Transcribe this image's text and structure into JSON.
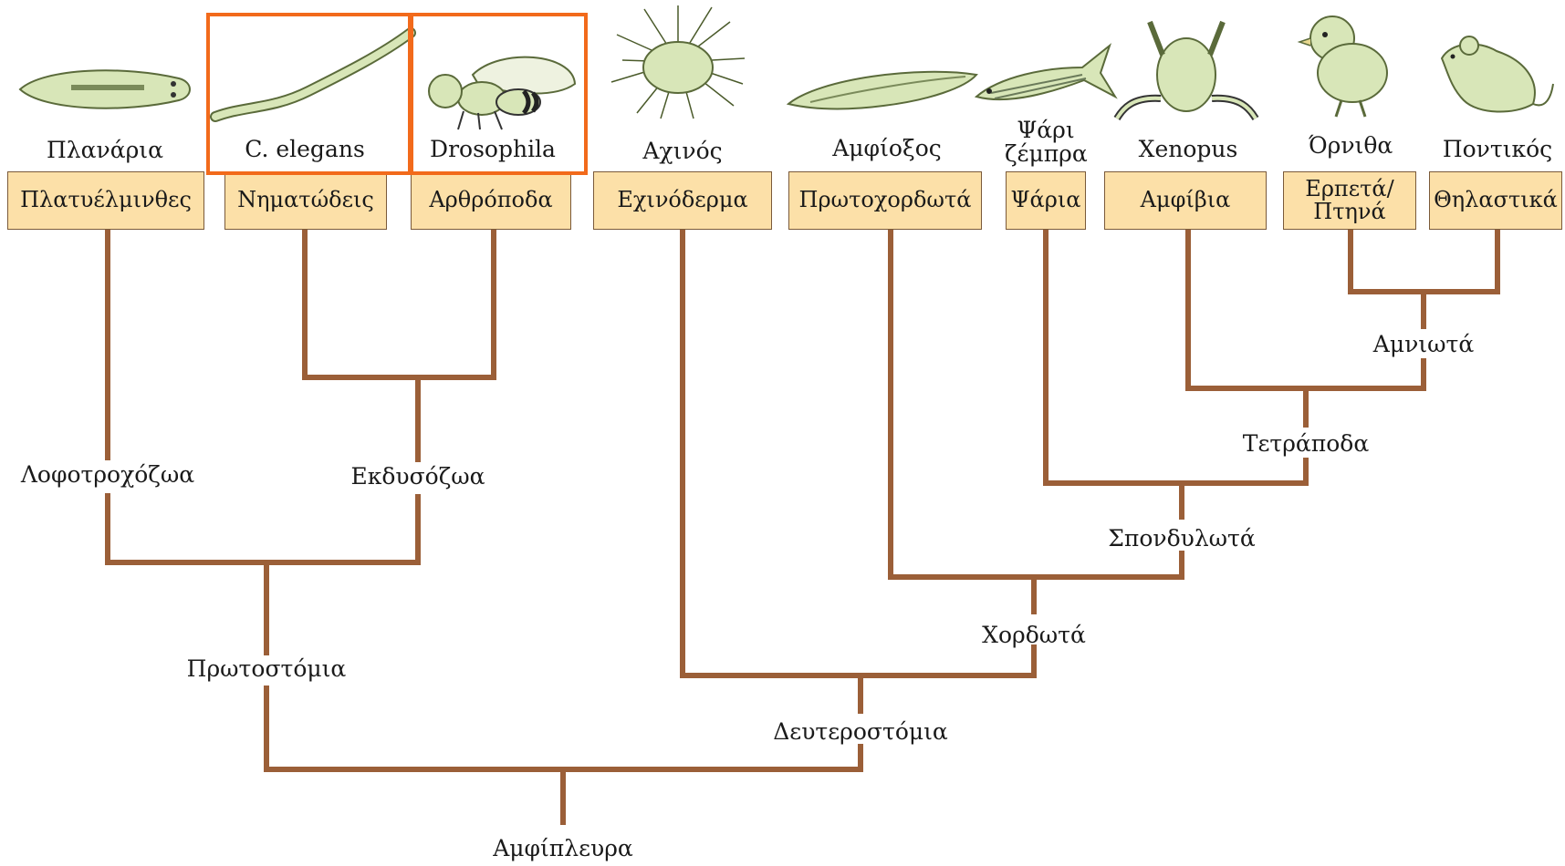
{
  "organisms": [
    "Πλανάρια",
    "C. elegans",
    "Drosophila",
    "Αχινός",
    "Αμφίοξος",
    "Ψάρι ζέμπρα",
    "Xenopus",
    "Όρνιθα",
    "Ποντικός"
  ],
  "groups": [
    "Πλατυέλμινθες",
    "Νηματώδεις",
    "Αρθρόποδα",
    "Εχινόδερμα",
    "Πρωτοχορδωτά",
    "Ψάρια",
    "Αμφίβια",
    "Ερπετά/ Πτηνά",
    "Θηλαστικά"
  ],
  "clades": {
    "lophotrochozoa": "Λοφοτροχόζωα",
    "ecdysozoa": "Εκδυσόζωα",
    "protostomia": "Πρωτοστόμια",
    "amniota": "Αμνιωτά",
    "tetrapoda": "Τετράποδα",
    "vertebrata": "Σπονδυλωτά",
    "chordata": "Χορδωτά",
    "deuterostomia": "Δευτεροστόμια",
    "bilateria": "Αμφίπλευρα"
  },
  "colors": {
    "branch": "#9b5f38",
    "box_fill": "#fce0a8",
    "highlight": "#f26a1b",
    "illustration": "#d8e6b8"
  },
  "icons": [
    "planarian-icon",
    "nematode-icon",
    "fruit-fly-icon",
    "sea-urchin-icon",
    "amphioxus-icon",
    "zebrafish-icon",
    "frog-icon",
    "chick-icon",
    "mouse-icon"
  ]
}
